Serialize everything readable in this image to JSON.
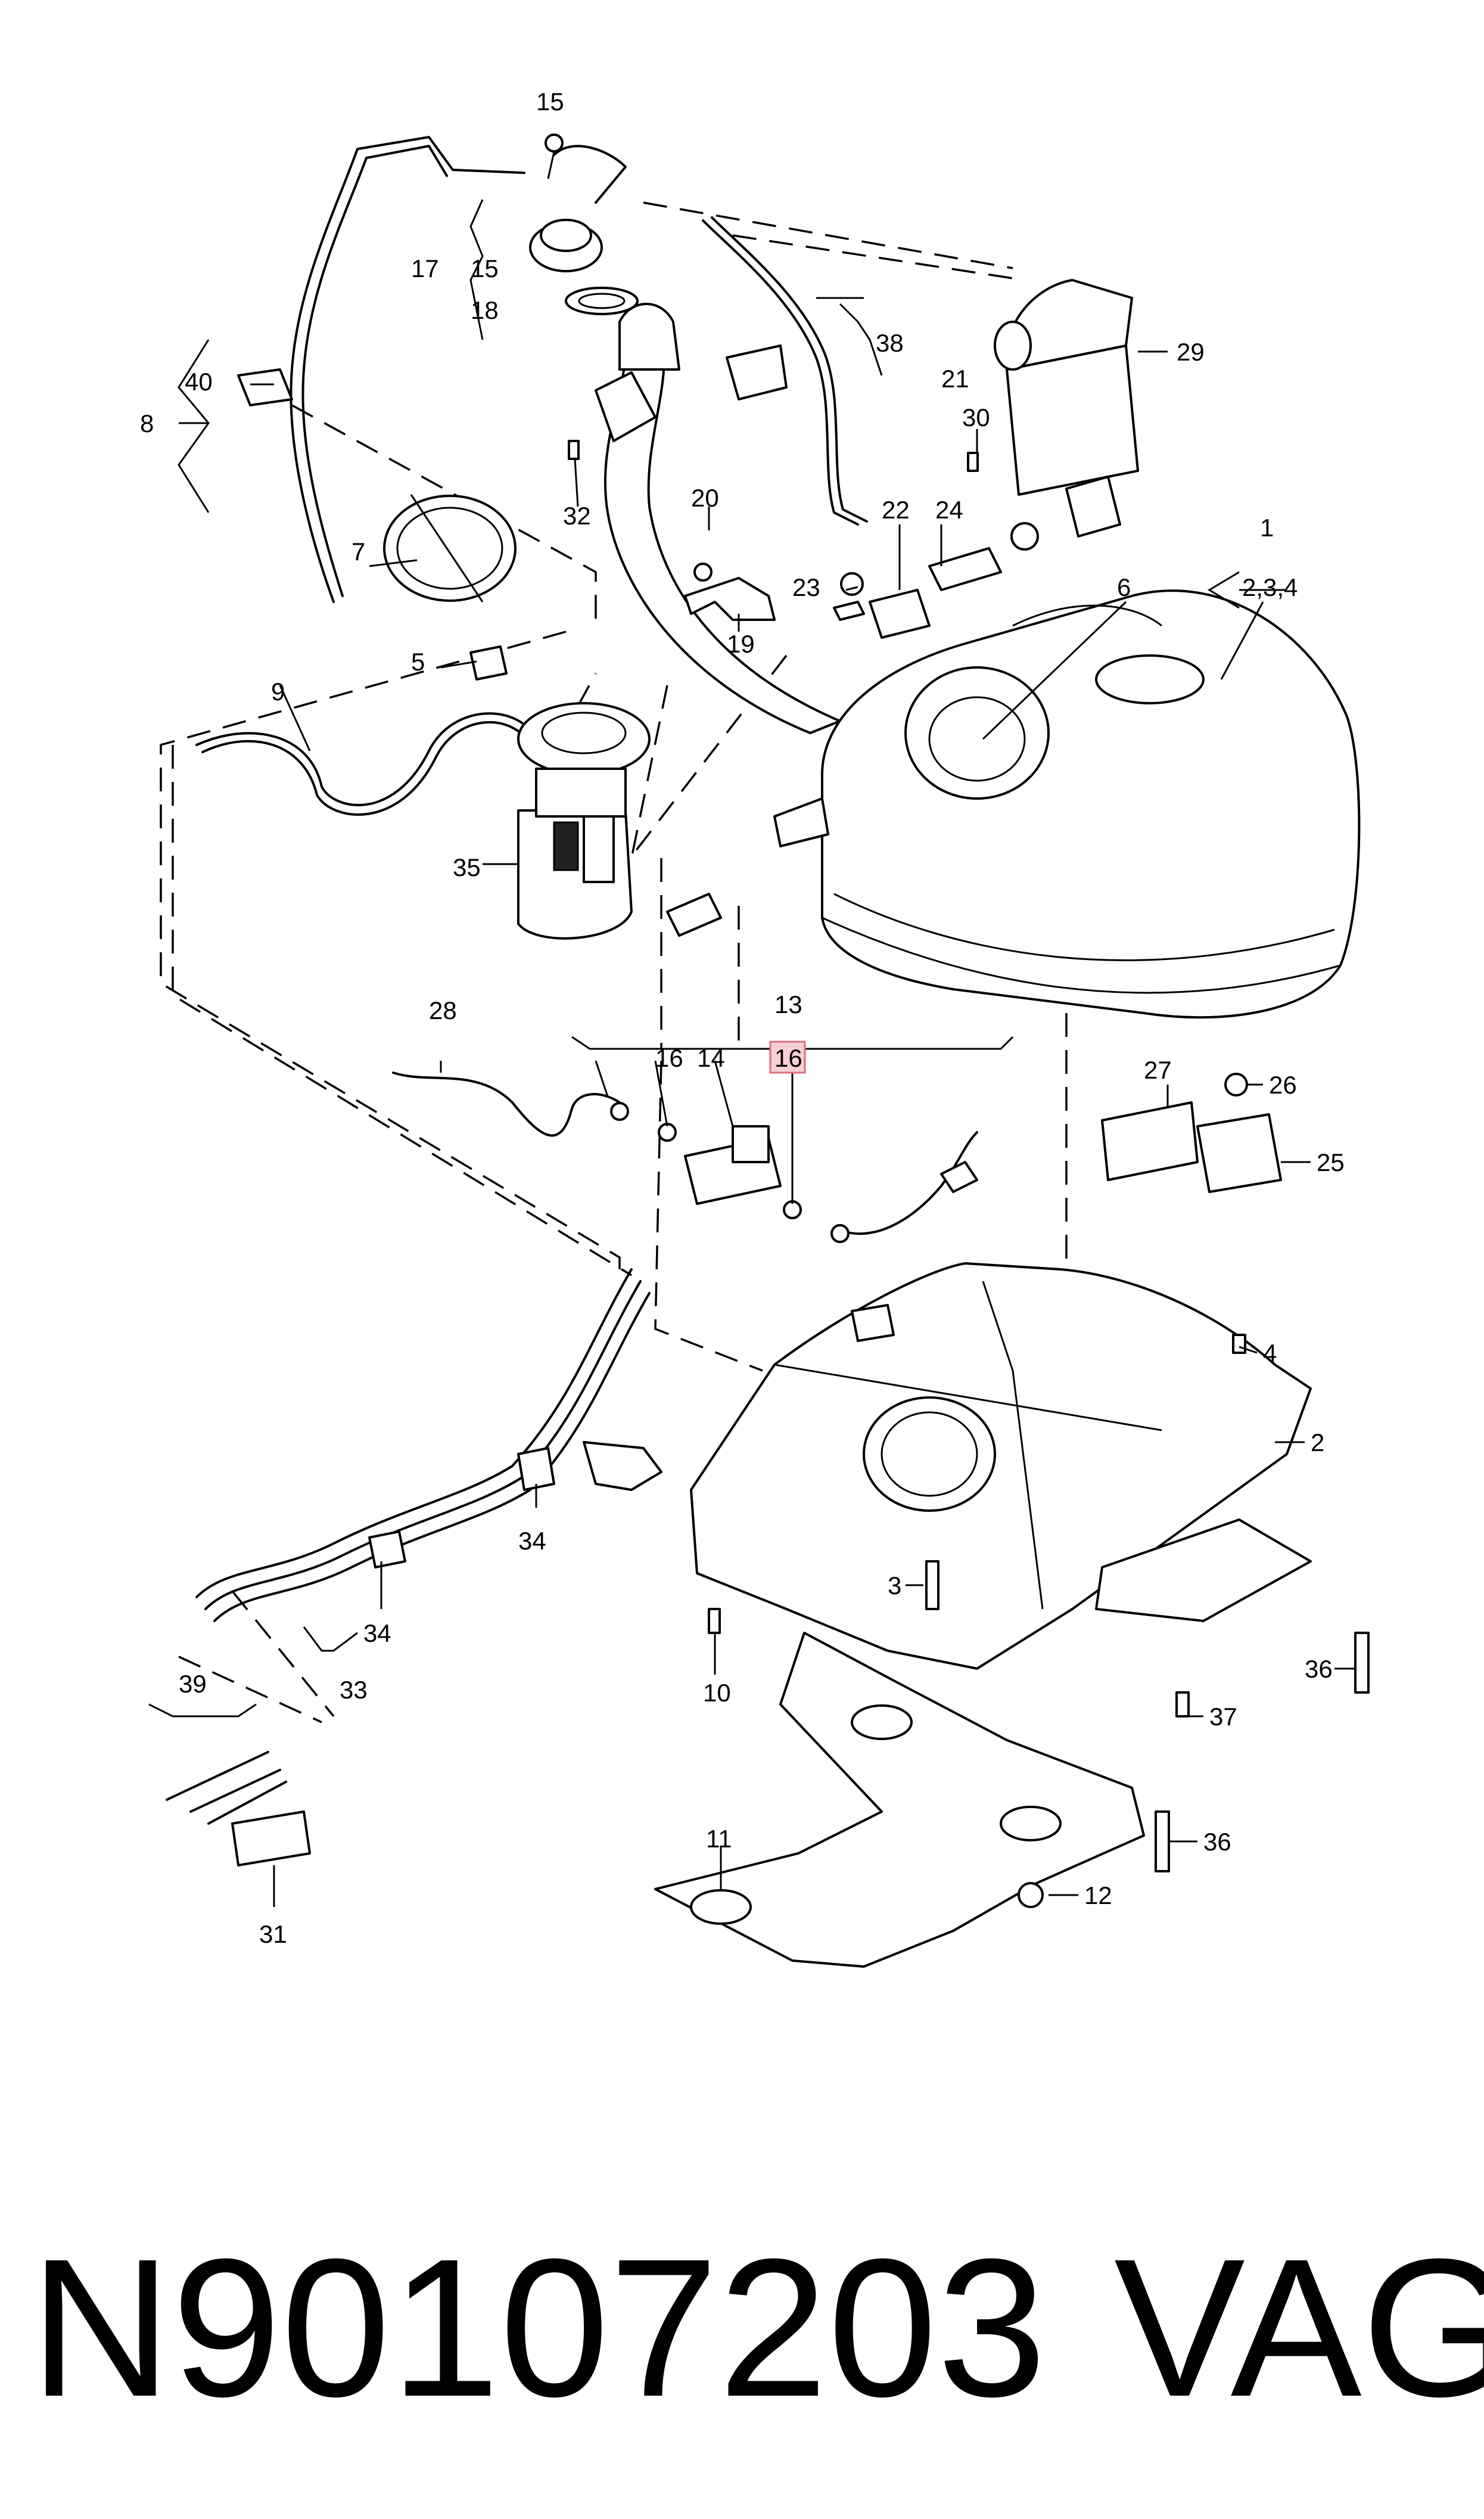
{
  "callouts": [
    {
      "id": "c1",
      "text": "1"
    },
    {
      "id": "c234",
      "text": "2,3,4"
    },
    {
      "id": "c2",
      "text": "2"
    },
    {
      "id": "c3",
      "text": "3"
    },
    {
      "id": "c4",
      "text": "4"
    },
    {
      "id": "c5",
      "text": "5"
    },
    {
      "id": "c6",
      "text": "6"
    },
    {
      "id": "c7",
      "text": "7"
    },
    {
      "id": "c8",
      "text": "8"
    },
    {
      "id": "c9",
      "text": "9"
    },
    {
      "id": "c10",
      "text": "10"
    },
    {
      "id": "c11",
      "text": "11"
    },
    {
      "id": "c12",
      "text": "12"
    },
    {
      "id": "c13",
      "text": "13"
    },
    {
      "id": "c14",
      "text": "14"
    },
    {
      "id": "c15a",
      "text": "15"
    },
    {
      "id": "c15b",
      "text": "15"
    },
    {
      "id": "c16a",
      "text": "16"
    },
    {
      "id": "c16b",
      "text": "16"
    },
    {
      "id": "c17",
      "text": "17"
    },
    {
      "id": "c18",
      "text": "18"
    },
    {
      "id": "c19",
      "text": "19"
    },
    {
      "id": "c20",
      "text": "20"
    },
    {
      "id": "c21",
      "text": "21"
    },
    {
      "id": "c22",
      "text": "22"
    },
    {
      "id": "c23",
      "text": "23"
    },
    {
      "id": "c24",
      "text": "24"
    },
    {
      "id": "c25",
      "text": "25"
    },
    {
      "id": "c26",
      "text": "26"
    },
    {
      "id": "c27",
      "text": "27"
    },
    {
      "id": "c28",
      "text": "28"
    },
    {
      "id": "c29",
      "text": "29"
    },
    {
      "id": "c30",
      "text": "30"
    },
    {
      "id": "c31",
      "text": "31"
    },
    {
      "id": "c32",
      "text": "32"
    },
    {
      "id": "c33",
      "text": "33"
    },
    {
      "id": "c34a",
      "text": "34"
    },
    {
      "id": "c34b",
      "text": "34"
    },
    {
      "id": "c35",
      "text": "35"
    },
    {
      "id": "c36a",
      "text": "36"
    },
    {
      "id": "c36b",
      "text": "36"
    },
    {
      "id": "c37",
      "text": "37"
    },
    {
      "id": "c38",
      "text": "38"
    },
    {
      "id": "c39",
      "text": "39"
    },
    {
      "id": "c40",
      "text": "40"
    }
  ],
  "highlight": {
    "text": "16",
    "fill": "#f7d0d4",
    "border": "#d9707c"
  },
  "part_number": "N90107203",
  "brand": "VAG"
}
